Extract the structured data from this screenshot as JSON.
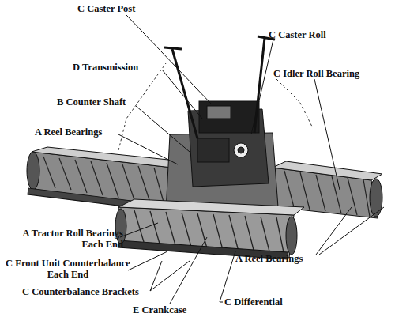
{
  "diagram": {
    "labels": [
      "C Caster Post",
      "C Caster Roll",
      "D Transmission",
      "C Idler Roll Bearing",
      "B Counter Shaft",
      "A Reel Bearings",
      "A Tractor Roll Bearings Each End",
      "C Front Unit Counterbalance Each End",
      "A Reel Bearings",
      "C Counterbalance Brackets",
      "E Crankcase",
      "C Differential"
    ]
  }
}
